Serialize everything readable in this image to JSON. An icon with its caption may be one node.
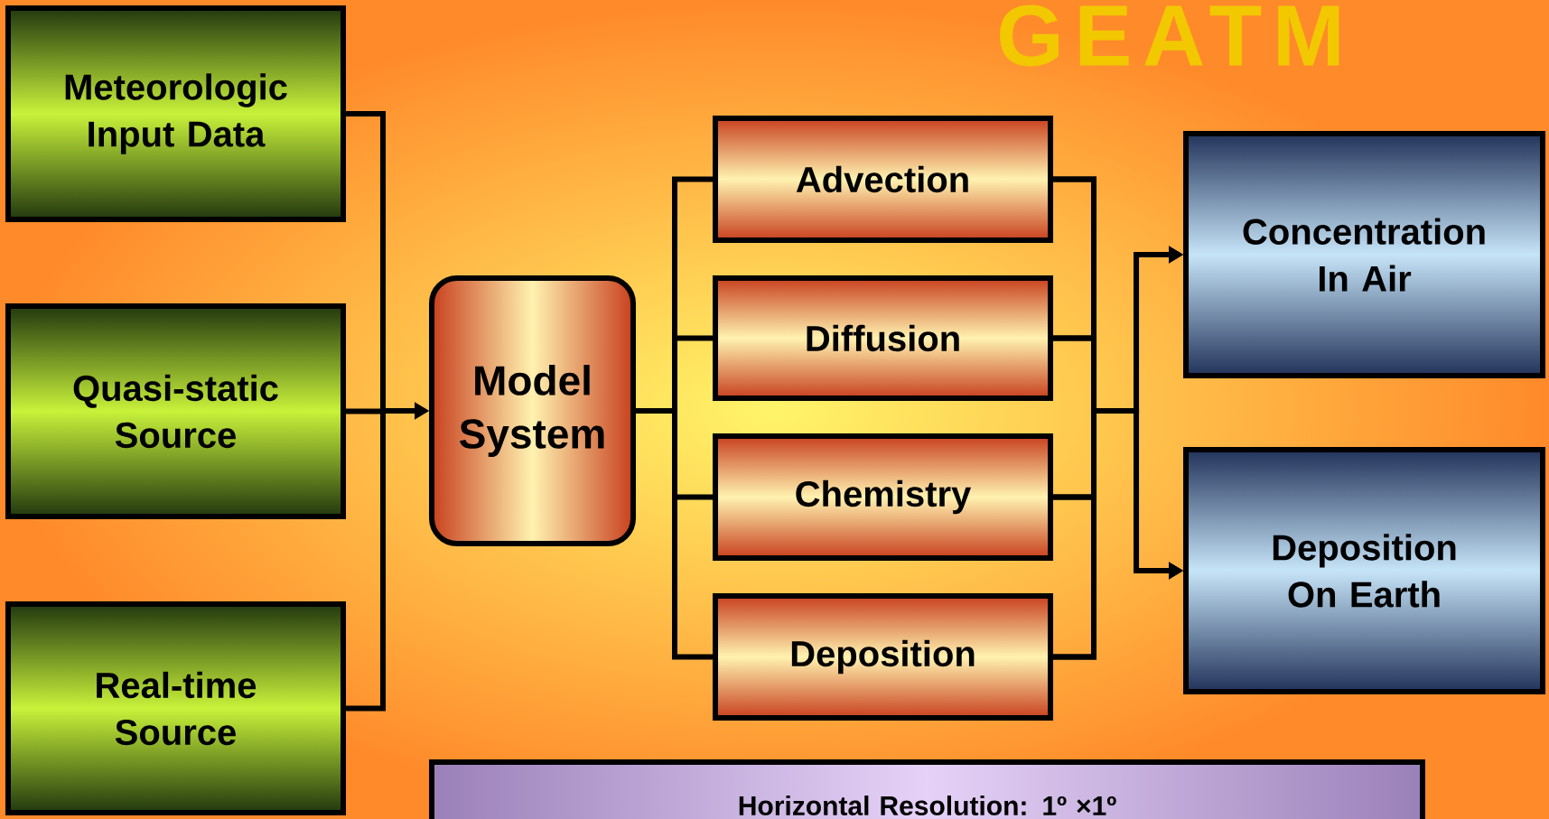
{
  "diagram": {
    "title": "GEATM",
    "nodes": [
      {
        "text": [
          "Meteorologic Input Data"
        ]
      },
      {
        "text": [
          "Quasi-static Source"
        ]
      },
      {
        "text": [
          "Real-time Source"
        ]
      },
      {
        "text": [
          "Model System"
        ]
      },
      {
        "text": [
          "Advection"
        ]
      },
      {
        "text": [
          "Diffusion"
        ]
      },
      {
        "text": [
          "Chemistry"
        ]
      },
      {
        "text": [
          "Deposition"
        ]
      },
      {
        "text": [
          "Concentration In Air"
        ]
      },
      {
        "text": [
          "Deposition On Earth"
        ]
      },
      {
        "text": [
          "Horizontal Resolution: 1º ×1º"
        ]
      }
    ],
    "edges": [
      {
        "from": 0,
        "to": 3,
        "arrow": "to"
      },
      {
        "from": 1,
        "to": 3,
        "arrow": "to"
      },
      {
        "from": 2,
        "to": 3,
        "arrow": "to"
      },
      {
        "from": 3,
        "to": 4,
        "arrow": "none"
      },
      {
        "from": 3,
        "to": 5,
        "arrow": "none"
      },
      {
        "from": 3,
        "to": 6,
        "arrow": "none"
      },
      {
        "from": 3,
        "to": 7,
        "arrow": "none"
      },
      {
        "from": 4,
        "to": 8,
        "arrow": "to"
      },
      {
        "from": 5,
        "to": 8,
        "arrow": "to"
      },
      {
        "from": 6,
        "to": 8,
        "arrow": "to"
      },
      {
        "from": 7,
        "to": 8,
        "arrow": "to"
      },
      {
        "from": 4,
        "to": 9,
        "arrow": "to"
      },
      {
        "from": 5,
        "to": 9,
        "arrow": "to"
      },
      {
        "from": 6,
        "to": 9,
        "arrow": "to"
      },
      {
        "from": 7,
        "to": 9,
        "arrow": "to"
      }
    ]
  }
}
